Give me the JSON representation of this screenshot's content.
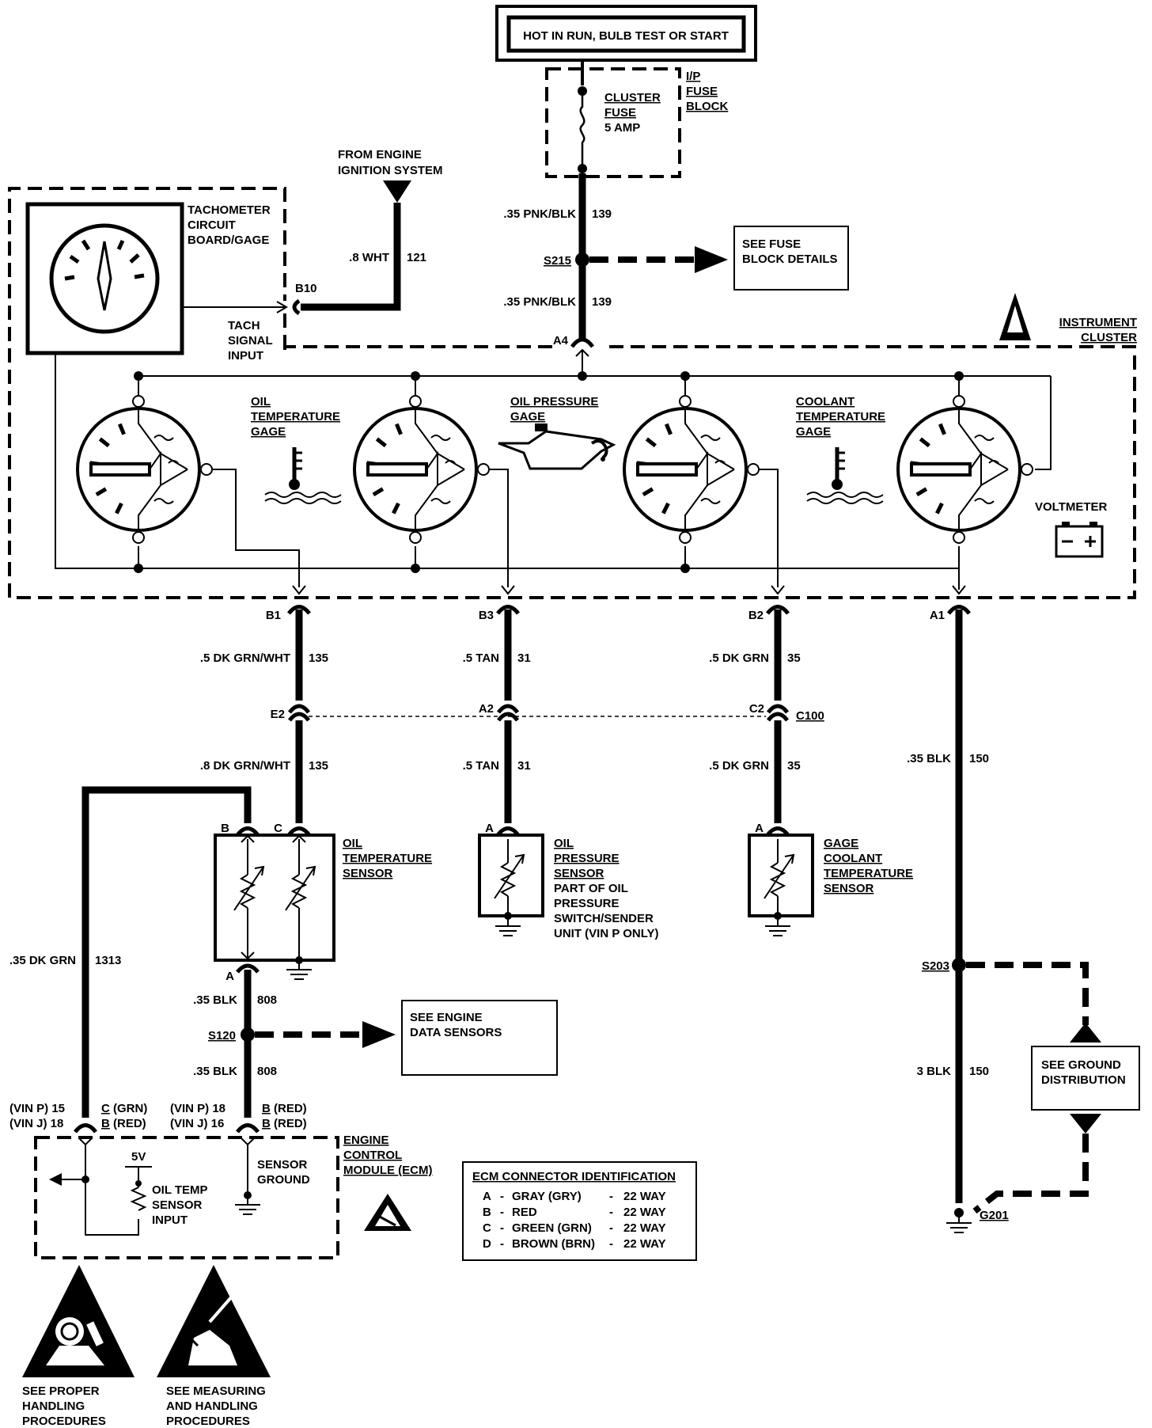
{
  "power": {
    "label": "HOT IN RUN, BULB TEST OR START"
  },
  "fuse": {
    "name_line1": "CLUSTER",
    "name_line2": "FUSE",
    "rating": "5 AMP",
    "block_line1": "I/P",
    "block_line2": "FUSE",
    "block_line3": "BLOCK"
  },
  "feed": {
    "upper_wire": ".35 PNK/BLK",
    "upper_circuit": "139",
    "splice": "S215",
    "lower_wire": ".35 PNK/BLK",
    "lower_circuit": "139",
    "connector": "A4"
  },
  "fuse_details_box": {
    "line1": "SEE FUSE",
    "line2": "BLOCK DETAILS"
  },
  "ignition": {
    "line1": "FROM ENGINE",
    "line2": "IGNITION SYSTEM",
    "wire": ".8 WHT",
    "circuit": "121",
    "connector": "B10"
  },
  "tach": {
    "line1": "TACHOMETER",
    "line2": "CIRCUIT",
    "line3": "BOARD/GAGE",
    "input1": "TACH",
    "input2": "SIGNAL",
    "input3": "INPUT"
  },
  "cluster_label": {
    "line1": "INSTRUMENT",
    "line2": "CLUSTER"
  },
  "gages": {
    "oil_temp": [
      "OIL",
      "TEMPERATURE",
      "GAGE"
    ],
    "oil_pressure": [
      "OIL PRESSURE",
      "GAGE"
    ],
    "coolant": [
      "COOLANT",
      "TEMPERATURE",
      "GAGE"
    ],
    "voltmeter": "VOLTMETER"
  },
  "cluster_connectors": {
    "b1": "B1",
    "b3": "B3",
    "b2": "B2",
    "a1": "A1"
  },
  "wires_upper": [
    {
      "wire": ".5 DK GRN/WHT",
      "circuit": "135"
    },
    {
      "wire": ".5 TAN",
      "circuit": "31"
    },
    {
      "wire": ".5 DK GRN",
      "circuit": "35"
    }
  ],
  "c100": {
    "e2": "E2",
    "a2": "A2",
    "c2": "C2",
    "name": "C100"
  },
  "wires_lower": [
    {
      "wire": ".8 DK GRN/WHT",
      "circuit": "135"
    },
    {
      "wire": ".5 TAN",
      "circuit": "31"
    },
    {
      "wire": ".5 DK GRN",
      "circuit": "35"
    }
  ],
  "ground_wire_upper": {
    "wire": ".35 BLK",
    "circuit": "150"
  },
  "ground_wire_lower": {
    "wire": "3 BLK",
    "circuit": "150"
  },
  "oil_temp_sensor": {
    "pin_b": "B",
    "pin_c": "C",
    "pin_a": "A",
    "line1": "OIL",
    "line2": "TEMPERATURE",
    "line3": "SENSOR"
  },
  "oil_pressure_sensor": {
    "pin_a": "A",
    "lines": [
      "OIL",
      "PRESSURE",
      "SENSOR",
      "PART OF OIL",
      "PRESSURE",
      "SWITCH/SENDER",
      "UNIT  (VIN P ONLY)"
    ]
  },
  "coolant_sensor": {
    "pin_a": "A",
    "lines": [
      "GAGE",
      "COOLANT",
      "TEMPERATURE",
      "SENSOR"
    ]
  },
  "ecm_feed": {
    "wire": ".35 DK GRN",
    "circuit": "1313"
  },
  "sensor_ground": {
    "upper_wire": ".35 BLK",
    "upper_circuit": "808",
    "splice": "S120",
    "lower_wire": ".35 BLK",
    "lower_circuit": "808"
  },
  "engine_data_box": {
    "line1": "SEE ENGINE",
    "line2": "DATA SENSORS"
  },
  "ground": {
    "splice": "S203",
    "ground": "G201",
    "box_line1": "SEE GROUND",
    "box_line2": "DISTRIBUTION"
  },
  "ecm_pins": {
    "left_p": "(VIN P)  15",
    "left_j": "(VIN J)  18",
    "left_c": "C",
    "left_c_rest": " (GRN)",
    "left_b": "B",
    "left_b_rest": " (RED)",
    "right_p": "(VIN P)  18",
    "right_j": "(VIN J)  16",
    "right_b1": "B",
    "right_b1_rest": " (RED)",
    "right_b2": "B",
    "right_b2_rest": " (RED)"
  },
  "ecm": {
    "line1": "ENGINE",
    "line2": "CONTROL",
    "line3": "MODULE (ECM)",
    "voltage": "5V",
    "input1": "OIL TEMP",
    "input2": "SENSOR",
    "input3": "INPUT",
    "ground1": "SENSOR",
    "ground2": "GROUND"
  },
  "ecm_table": {
    "title": "ECM CONNECTOR IDENTIFICATION",
    "rows": [
      {
        "letter": "A",
        "color": "GRAY (GRY)",
        "ways": "22 WAY"
      },
      {
        "letter": "B",
        "color": "RED",
        "ways": "22 WAY"
      },
      {
        "letter": "C",
        "color": "GREEN (GRN)",
        "ways": "22 WAY"
      },
      {
        "letter": "D",
        "color": "BROWN (BRN)",
        "ways": "22 WAY"
      }
    ]
  },
  "notices": {
    "left": [
      "SEE  PROPER",
      "HANDLING",
      "PROCEDURES"
    ],
    "right": [
      "SEE MEASURING",
      "AND HANDLING",
      "PROCEDURES"
    ]
  }
}
